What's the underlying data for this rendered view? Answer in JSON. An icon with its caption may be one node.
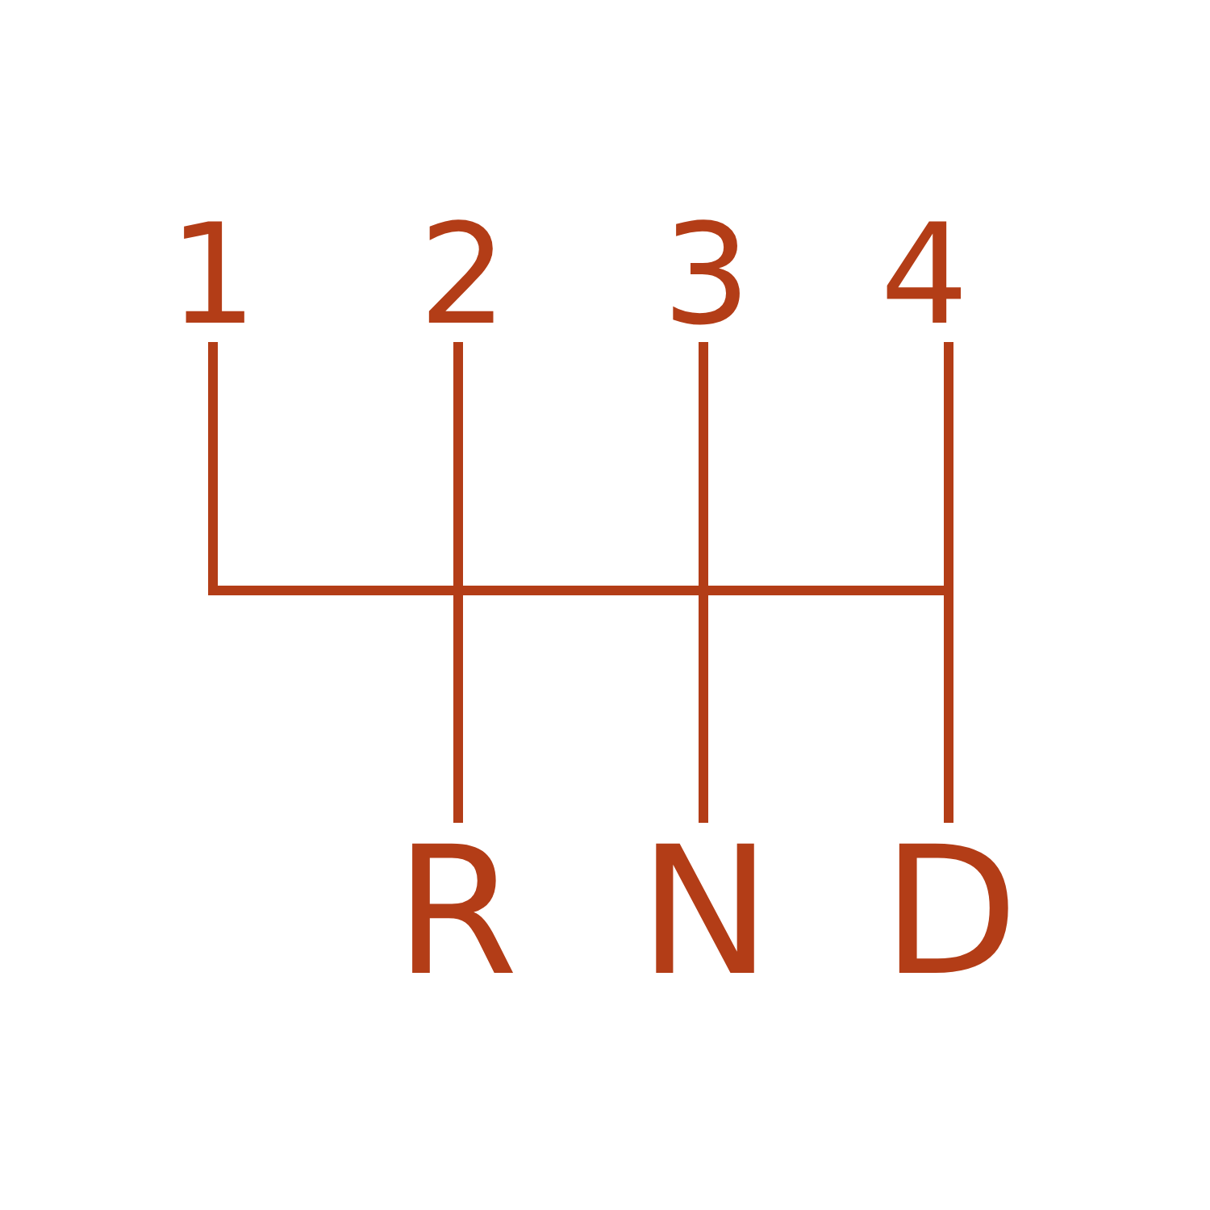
{
  "diagram": {
    "labels": [
      "1",
      "2",
      "3",
      "4",
      "R",
      "N",
      "D"
    ]
  }
}
